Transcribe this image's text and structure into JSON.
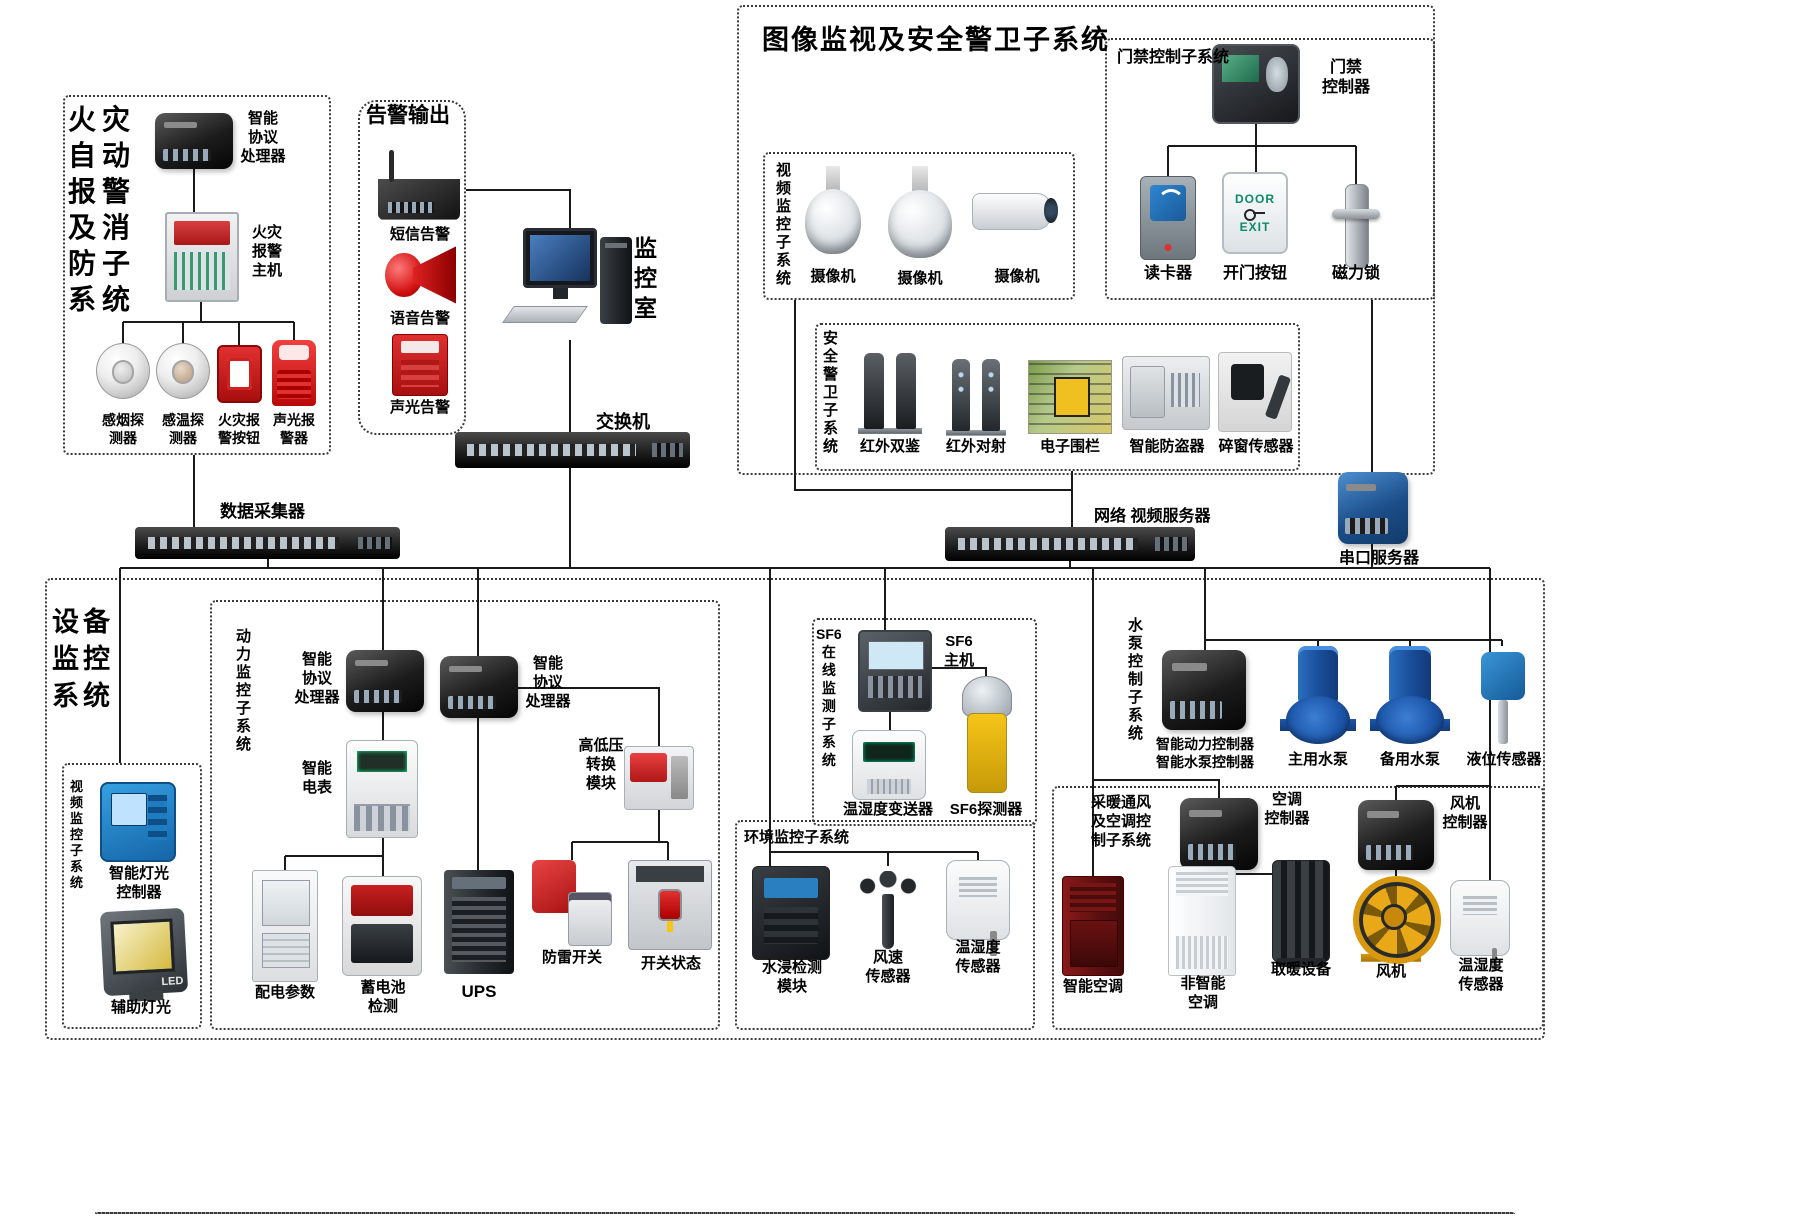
{
  "systems": {
    "fire": {
      "title": "火灾\n自动\n报警\n及消\n防子\n系统",
      "processor": "智能\n协议\n处理器",
      "host": "火灾\n报警\n主机",
      "smoke": "感烟探\n测器",
      "temp": "感温探\n测器",
      "button": "火灾报\n警按钮",
      "sounder": "声光报\n警器"
    },
    "alarm_output": {
      "title": "告警输出",
      "sms": "短信告警",
      "voice": "语音告警",
      "sound_light": "声光告警"
    },
    "monitor_room": "监\n控\n室",
    "core_switch": "交换机",
    "data_collector": "数据采集器",
    "nvr": "网络 视频服务器",
    "serial_server": "串口服务器",
    "surveillance": {
      "title": "图像监视及安全警卫子系统",
      "access": {
        "title": "门禁控制子系统",
        "controller": "门禁\n控制器",
        "reader": "读卡器",
        "open_button": "开门按钮",
        "lock": "磁力锁",
        "door": "DOOR",
        "exit": "EXIT"
      },
      "video": {
        "title": "视\n频\n监\n控\n子\n系\n统",
        "cam": "摄像机"
      },
      "guard": {
        "title": "安\n全\n警\n卫\n子\n系\n统",
        "ir_dual": "红外双鉴",
        "ir_beam": "红外对射",
        "fence": "电子围栏",
        "antitheft": "智能防盗器",
        "window": "碎窗传感器"
      }
    },
    "equipment": {
      "title": "设备\n监控\n系统",
      "video_sub": {
        "title": "视\n频\n监\n控\n子\n系\n统",
        "light_controller": "智能灯光\n控制器",
        "aux_light": "辅助灯光",
        "led": "LED"
      },
      "power": {
        "title": "动\n力\n监\n控\n子\n系\n统",
        "processor": "智能\n协议\n处理器",
        "meter": "智能\n电表",
        "hv_module": "高低压\n转换\n模块",
        "distribution": "配电参数",
        "battery": "蓄电池\n检测",
        "ups": "UPS",
        "lightning": "防雷开关",
        "switch_state": "开关状态"
      },
      "sf6": {
        "title": "SF6\n在\n线\n监\n测\n子\n系\n统",
        "host": "SF6\n主机",
        "transmitter": "温湿度变送器",
        "detector": "SF6探测器"
      },
      "env": {
        "title": "环境监控子系统",
        "water": "水浸检测\n模块",
        "wind": "风速\n传感器",
        "th": "温湿度\n传感器"
      },
      "pump": {
        "title": "水\n泵\n控\n制\n子\n系\n统",
        "controller": "智能动力控制器\n智能水泵控制器",
        "main": "主用水泵",
        "backup": "备用水泵",
        "level": "液位传感器"
      },
      "hvac": {
        "title": "采暖通风\n及空调控\n制子系统",
        "ac_controller": "空调\n控制器",
        "fan_controller": "风机\n控制器",
        "smart_ac": "智能空调",
        "plain_ac": "非智能\n空调",
        "heater": "取暖设备",
        "fan": "风机",
        "th": "温湿度\n传感器"
      }
    }
  },
  "colors": {
    "line": "#1a1a1a",
    "accent_red": "#c1121f",
    "accent_blue": "#1c55a8",
    "accent_yellow": "#e8a818"
  }
}
